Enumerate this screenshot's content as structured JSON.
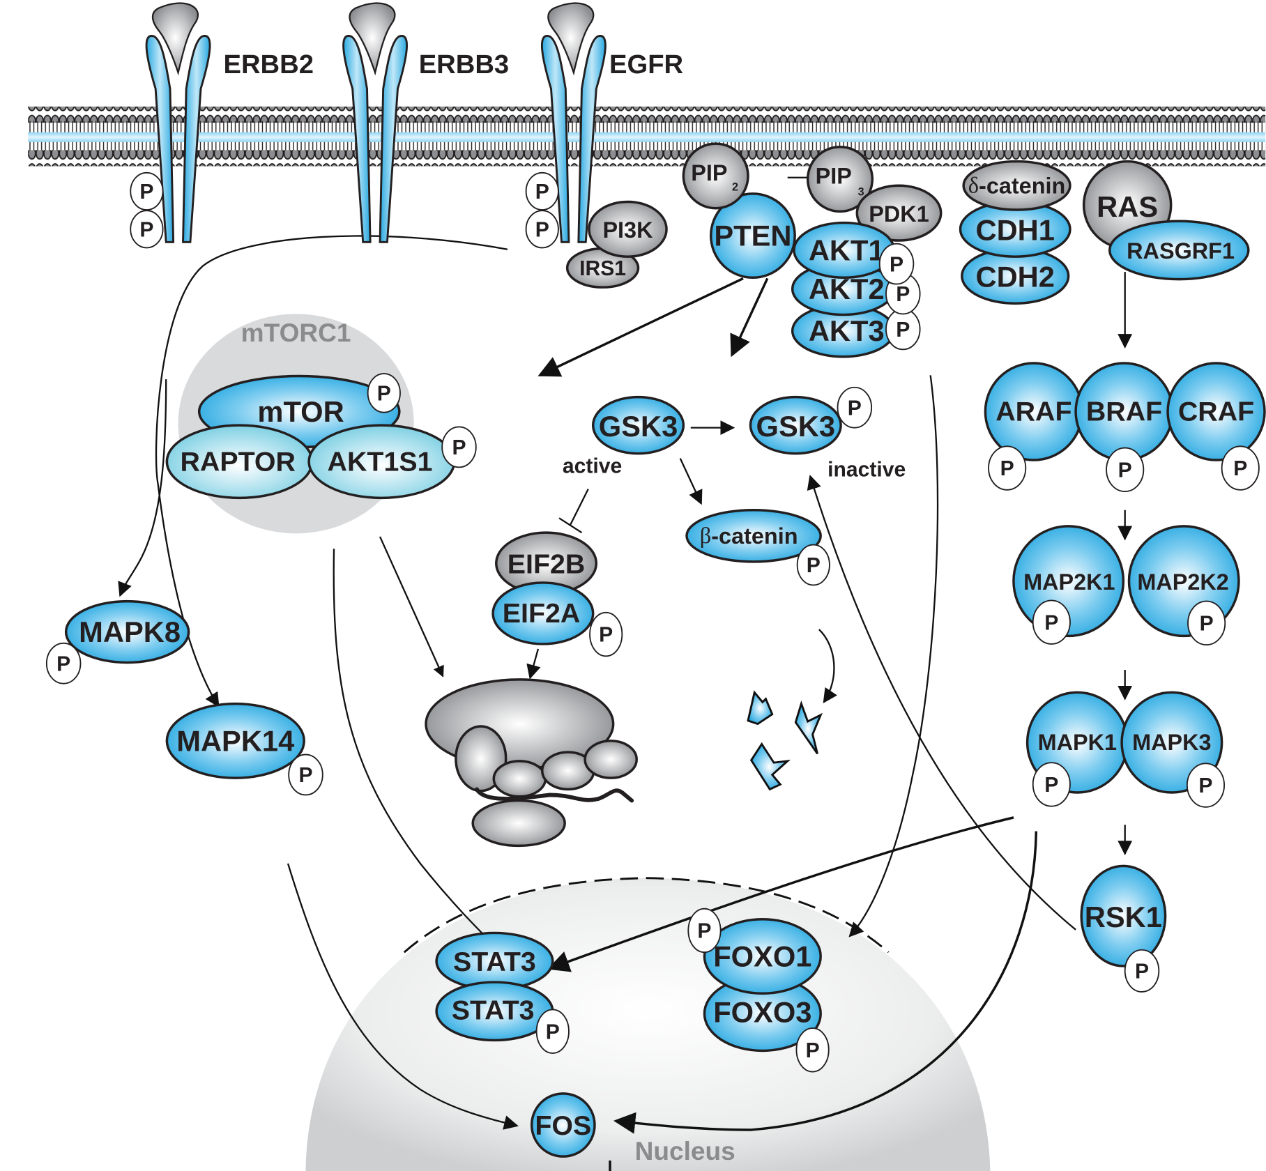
{
  "colors": {
    "protein_blue": "#29a9e1",
    "protein_grey": "#8c8e91",
    "complex_cyan": "#7fd0e3",
    "mtorc1_bg": "#d9dadb",
    "nucleus_bg": "#dcdddf",
    "membrane_blue": "#8ed4f3",
    "text": "#231f20",
    "compartment_label": "#8a8b8d"
  },
  "phospho_label": "P",
  "receptors": [
    {
      "name": "ERBB2"
    },
    {
      "name": "ERBB3"
    },
    {
      "name": "EGFR"
    }
  ],
  "membrane_proteins": {
    "pip2": {
      "base": "PIP",
      "sub": "2"
    },
    "pip3": {
      "base": "PIP",
      "sub": "3"
    },
    "pi3k": "PI3K",
    "irs1": "IRS1",
    "pten": "PTEN",
    "pdk1": "PDK1",
    "akt": [
      "AKT1",
      "AKT2",
      "AKT3"
    ],
    "delta_catenin": {
      "greek": "δ",
      "rest": "-catenin"
    },
    "cdh": [
      "CDH1",
      "CDH2"
    ],
    "ras": "RAS",
    "rasgrf1": "RASGRF1"
  },
  "mtorc1": {
    "label": "mTORC1",
    "mtor": "mTOR",
    "raptor": "RAPTOR",
    "akt1s1": "AKT1S1"
  },
  "cytoplasm": {
    "mapk8": "MAPK8",
    "mapk14": "MAPK14",
    "gsk3_active": "GSK3",
    "gsk3_inactive": "GSK3",
    "active_label": "active",
    "inactive_label": "inactive",
    "beta_catenin": {
      "greek": "β",
      "rest": "-catenin"
    },
    "eif2b": "EIF2B",
    "eif2a": "EIF2A"
  },
  "mapk_cascade": {
    "raf": [
      "ARAF",
      "BRAF",
      "CRAF"
    ],
    "map2k": [
      "MAP2K1",
      "MAP2K2"
    ],
    "mapk": [
      "MAPK1",
      "MAPK3"
    ],
    "rsk1": "RSK1"
  },
  "nucleus": {
    "label": "Nucleus",
    "stat3": [
      "STAT3",
      "STAT3"
    ],
    "foxo": [
      "FOXO1",
      "FOXO3"
    ],
    "fos": "FOS"
  }
}
